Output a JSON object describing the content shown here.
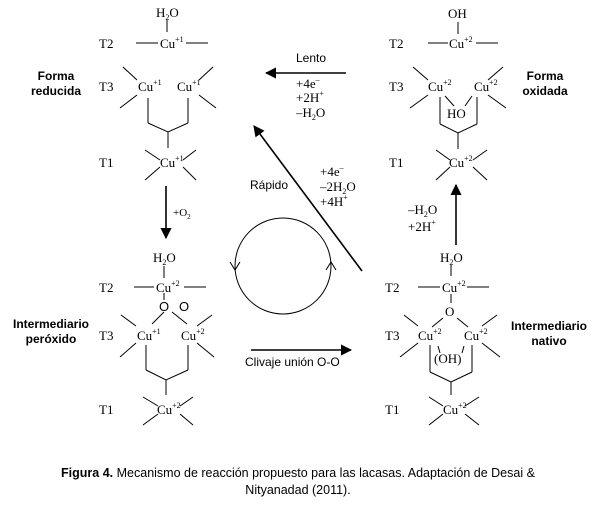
{
  "caption": {
    "label": "Figura 4.",
    "text": "Mecanismo de reacción propuesto para las lacasas. Adaptación de Desai &",
    "text2": "Nityanadad (2011)."
  },
  "states": {
    "reduced": {
      "label1": "Forma",
      "label2": "reducida"
    },
    "oxidized": {
      "label1": "Forma",
      "label2": "oxidada"
    },
    "peroxide": {
      "label1": "Intermediario",
      "label2": "peróxido"
    },
    "native": {
      "label1": "Intermediario",
      "label2": "nativo"
    }
  },
  "sites": {
    "t2": "T2",
    "t3": "T3",
    "t1": "T1"
  },
  "chem": {
    "cu": "Cu",
    "h2o_h": "H",
    "h2o_2": "2",
    "h2o_o": "O",
    "oh": "OH",
    "ho": "HO",
    "o": "O",
    "oh_paren": "(OH)",
    "ox1": "+1",
    "ox2": "+2"
  },
  "arrows": {
    "lento": "Lento",
    "lento_l1": "+4e",
    "lento_l1_sup": "–",
    "lento_l2": "+2H",
    "lento_l2_sup": "+",
    "lento_l3": "–H",
    "lento_l3_sub": "2",
    "lento_l3_end": "O",
    "rapido": "Rápido",
    "rapido_l1": "+4e",
    "rapido_l1_sup": "–",
    "rapido_l2": "–2H",
    "rapido_l2_sub": "2",
    "rapido_l2_end": "O",
    "rapido_l3": "+4H",
    "rapido_l3_sup": "+",
    "o2": "+O",
    "o2_sub": "2",
    "h2o_minus": "–H",
    "h2o_minus_sub": "2",
    "h2o_minus_end": "O",
    "h_plus": "+2H",
    "h_plus_sup": "+",
    "clivaje": "Clivaje unión O-O"
  }
}
